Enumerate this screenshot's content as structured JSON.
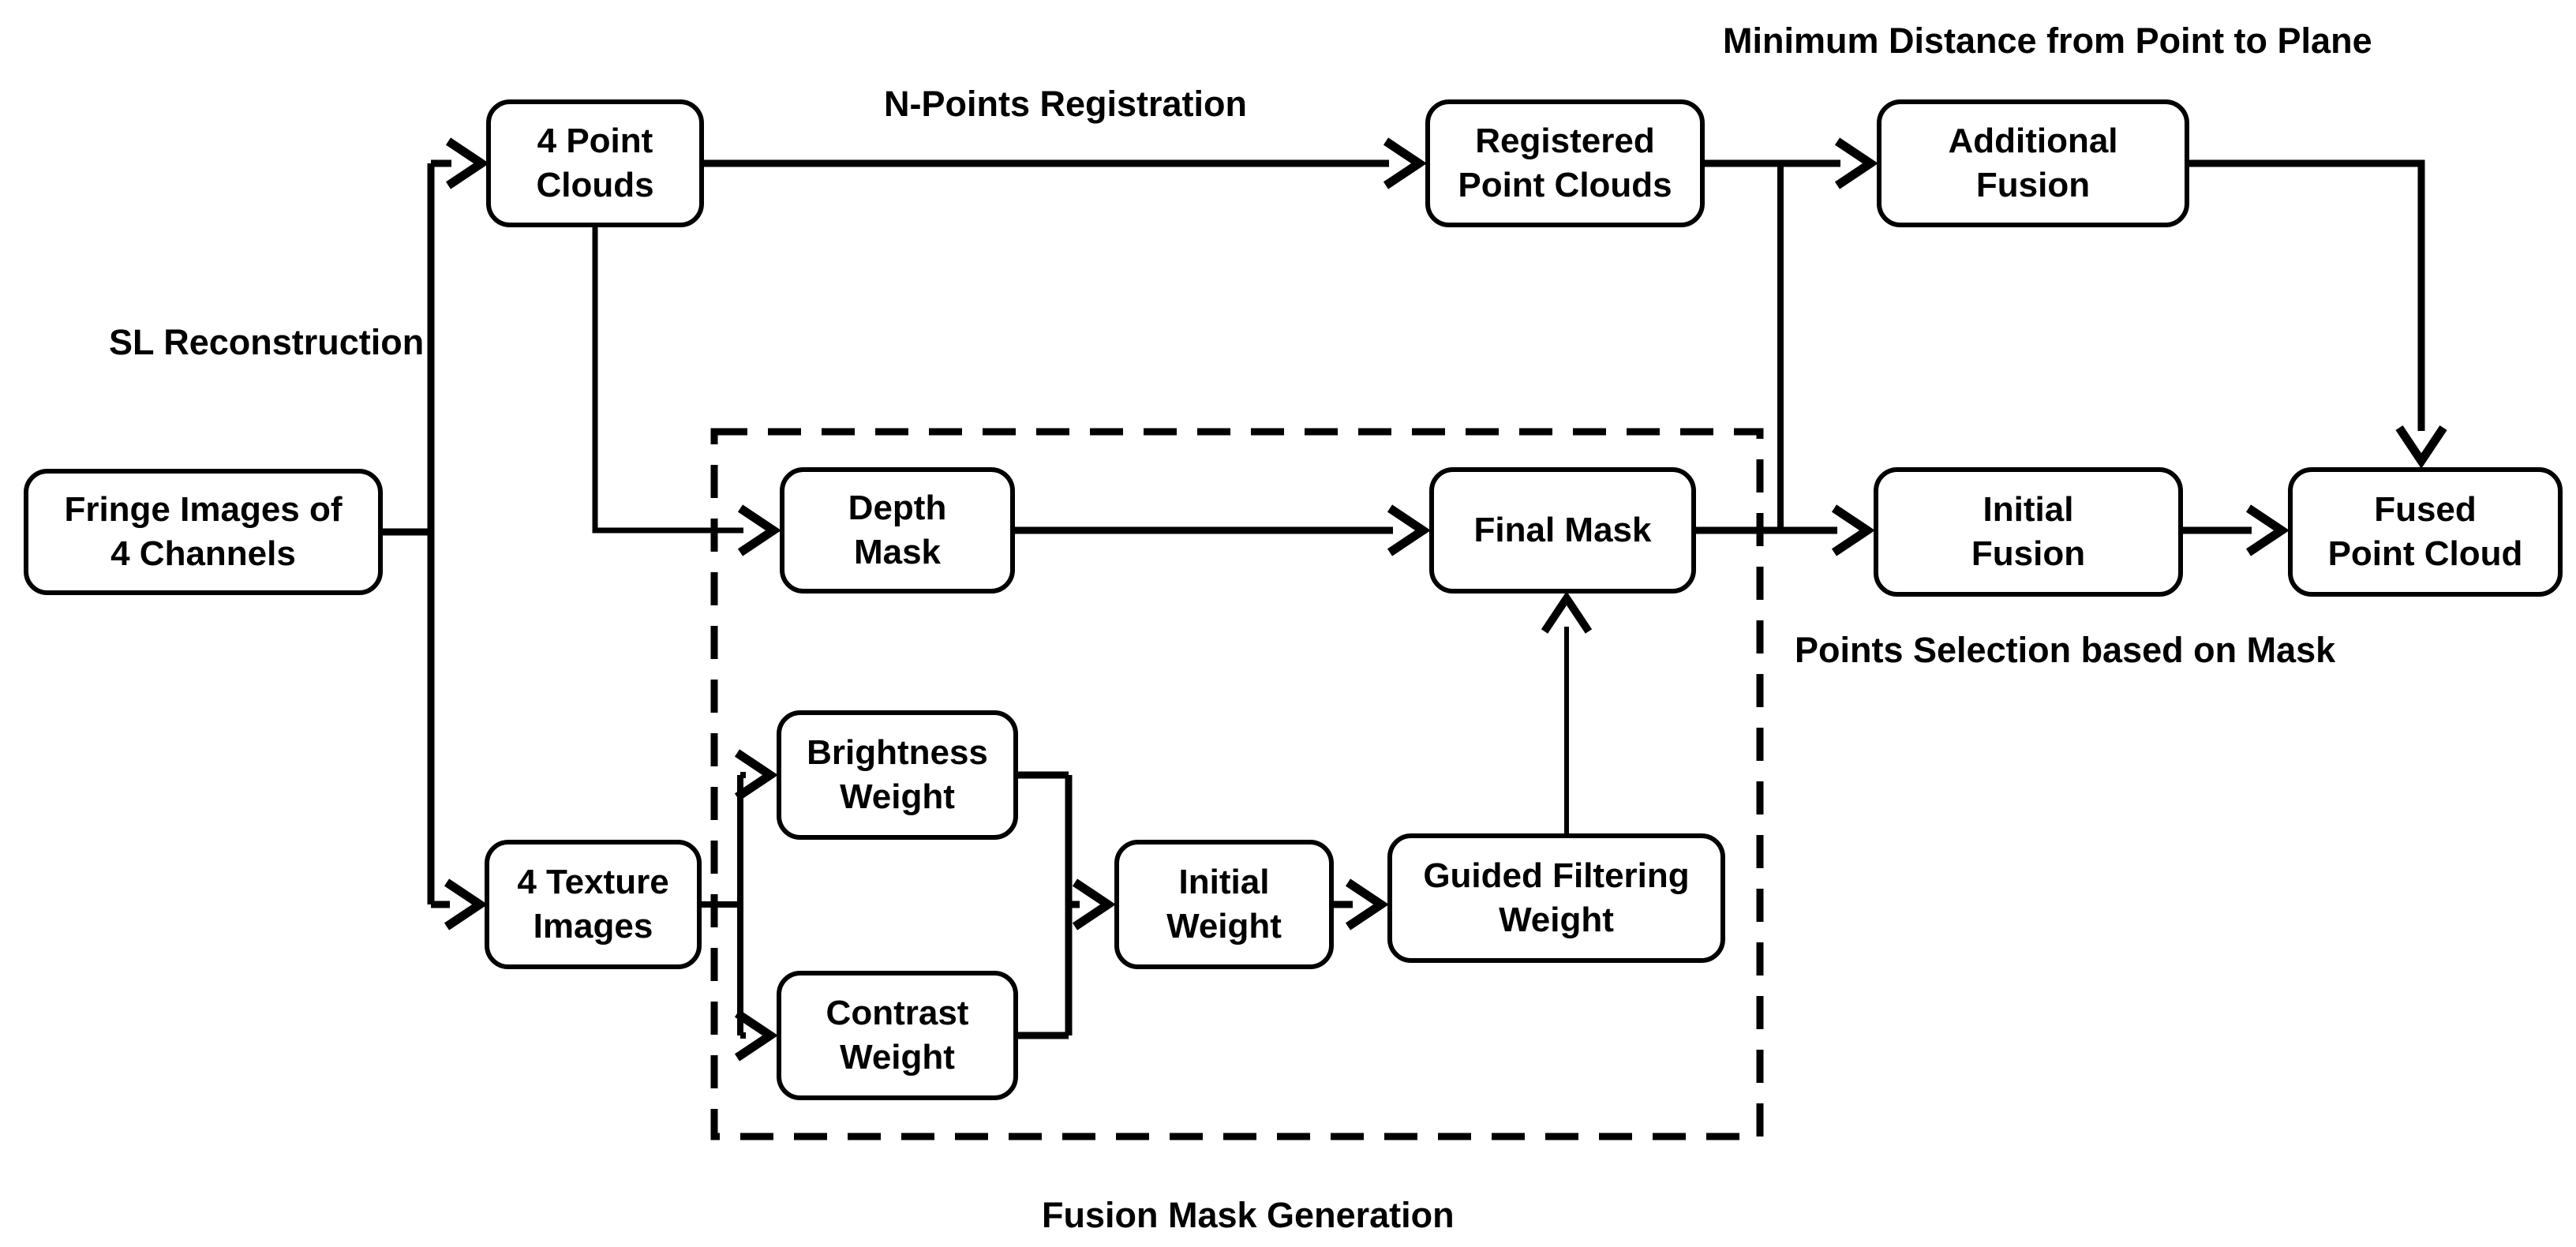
{
  "diagram": {
    "background_color": "#ffffff",
    "line_color": "#000000",
    "boxes": {
      "fringe_images": "Fringe Images of\n4 Channels",
      "point_clouds": "4 Point\nClouds",
      "registered_point_clouds": "Registered\nPoint Clouds",
      "additional_fusion": "Additional\nFusion",
      "depth_mask": "Depth\nMask",
      "final_mask": "Final Mask",
      "initial_fusion": "Initial\nFusion",
      "fused_point_cloud": "Fused\nPoint Cloud",
      "texture_images": "4 Texture\nImages",
      "brightness_weight": "Brightness\nWeight",
      "contrast_weight": "Contrast\nWeight",
      "initial_weight": "Initial\nWeight",
      "guided_filtering_weight": "Guided Filtering\nWeight"
    },
    "labels": {
      "min_distance": "Minimum Distance from Point to Plane",
      "n_points_registration": "N-Points Registration",
      "sl_reconstruction": "SL Reconstruction",
      "points_selection": "Points Selection based on Mask",
      "fusion_mask_generation": "Fusion Mask Generation"
    }
  }
}
